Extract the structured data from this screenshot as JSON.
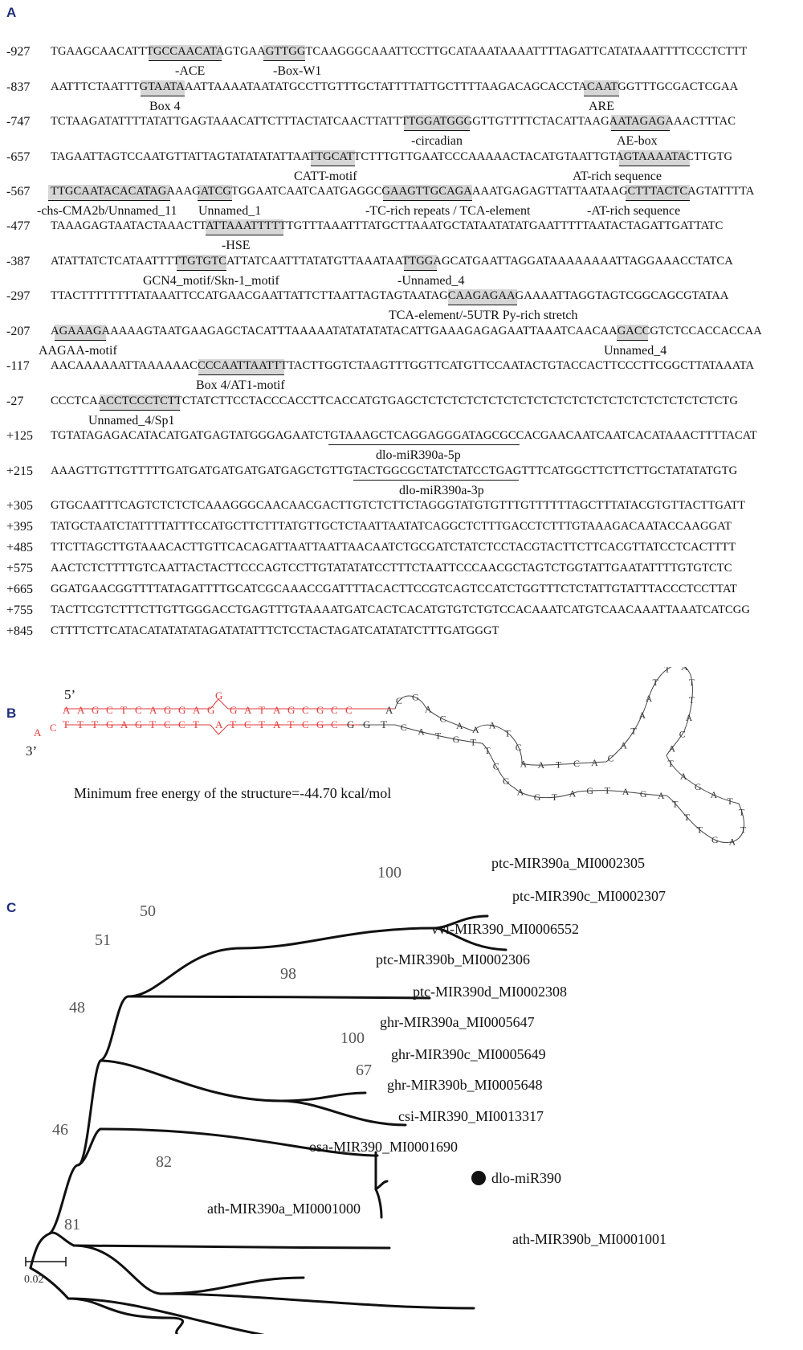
{
  "panels": {
    "a": "A",
    "b": "B",
    "c": "C"
  },
  "sequence_rows": [
    {
      "pos": "-927",
      "seq": "TGAAGCAACATTTGCCAACATAGTGAAGTTGGTCAAGGGCAAATTCCTTGCATAAATAAAATTTTAGATTCATATAAATTTTCCCTCTTT"
    },
    {
      "pos": "-837",
      "seq": "AATTTCTAATTTGTAATAAATTAAAATAATATGCCTTGTTTGCTATTTTATTGCTTTTAAGACAGCACCTACAATGGTTTGCGACTCGAA"
    },
    {
      "pos": "-747",
      "seq": "TCTAAGATATTTTATATTGAGTAAACATTCTTTACTATCAACTTATTTTGGATGGGGTTGTTTTCTACATTAAGAATAGAGAAACTTTAC"
    },
    {
      "pos": "-657",
      "seq": "TAGAATTAGTCCAATGTTATTAGTATATATATTAATTGCATTCTTTGTTGAATCCCAAAAACTACATGTAATTGTAGTAAAATACTTGTG"
    },
    {
      "pos": "-567",
      "seq": "TTGCAATACACATAGAAAGATCGTGGAATCAATCAATGAGGCGAAGTTGCAGAAAATGAGAGTTATTAATAAGCTTTACTCAGTATTTTA"
    },
    {
      "pos": "-477",
      "seq": "TAAAGAGTAATACTAAACTTATTAAATTTTTTGTTTAAATTTATGCTTAAATGCTATAATATATGAATTTTTAATACTAGATTGATTATC"
    },
    {
      "pos": "-387",
      "seq": "ATATTATCTCATAATTTTTGTGTCATTATCAATTTATATGTTAAATAATTGGAGCATGAATTAGGATAAAAAAAATTAGGAAACCTATCA"
    },
    {
      "pos": "-297",
      "seq": "TTACTTTTTTTTATAAATTCCATGAACGAATTATTCTTAATTAGTAGTAATAGCAAGAGAAGAAAATTAGGTAGTCGGCAGCGTATAA"
    },
    {
      "pos": "-207",
      "seq": "AGAAAGAAAAAGTAATGAAGAGCTACATTTAAAAATATATATATACATTGAAAGAGAGAATTAAATCAACAAGACCGTCTCCACCACCAA"
    },
    {
      "pos": "-117",
      "seq": "AACAAAAAATTAAAAAACCCCAATTAATTTTACTTGGTCTAAGTTTGGTTCATGTTCCAATACTGTACCACTTCCCTTCGGCTTATAAATA"
    },
    {
      "pos": "-27",
      "seq": "CCCTCAACCTCCCTCTTCTATCTTCCTACCCACCTTCACCATGTGAGCTCTCTCTCTCTCTCTCTCTCTCTCTCTCTCTCTCTCTCTCTG"
    },
    {
      "pos": "+125",
      "seq": "TGTATAGAGACATACATGATGAGTATGGGAGAATCTGTAAAGCTCAGGAGGGATAGCGCCACGAACAATCAATCACATAAACTTTTACAT"
    },
    {
      "pos": "+215",
      "seq": "AAAGTTGTTGTTTTTGATGATGATGATGATGAGCTGTTGTACTGGCGCTATCTATCCTGAGTTTCATGGCTTCTTCTTGCTATATATGTG"
    },
    {
      "pos": "+305",
      "seq": "GTGCAATTTCAGTCTCTCTCAAAGGGCAACAACGACTTGTCTCTTCTAGGGTATGTGTTTGTTTTTTAGCTTTATACGTGTTACTTGATT"
    },
    {
      "pos": "+395",
      "seq": "TATGCTAATCTATTTTATTTCCATGCTTCTTTATGTTGCTCTAATTAATATCAGGCTCTTTGACCTCTTTGTAAAGACAATACCAAGGAT"
    },
    {
      "pos": "+485",
      "seq": "TTCTTAGCTTGTAAACACTTGTTCACAGATTAATTAATTAACAATCTGCGATCTATCTCCTACGTACTTCTTCACGTTATCCTCACTTTT"
    },
    {
      "pos": "+575",
      "seq": "AACTCTCTTTTGTCAATTACTACTTCCCAGTCCTTGTATATATCCTTTCTAATTCCCAACGCTAGTCTGGTATTGAATATTTTGTGTCTC"
    },
    {
      "pos": "+665",
      "seq": "GGATGAACGGTTTTATAGATTTTGCATCGCAAACCGATTTTACACTTCCGTCAGTCCATCTGGTTTCTCTATTGTATTTACCCTCCTTAT"
    },
    {
      "pos": "+755",
      "seq": "TACTTCGTCTTTCTTGTTGGGACCTGAGTTTGTAAAATGATCACTCACATGTGTCTGTCCACAAATCATGTCAACAAATTAAATCATCGG"
    },
    {
      "pos": "+845",
      "seq": "CTTTTCTTCATACATATATATAGATATATTTCTCCTACTAGATCATATATCTTTGATGGGT"
    }
  ],
  "motif_labels": [
    "-ACE",
    "-Box-W1",
    "Box 4",
    "ARE",
    "-circadian",
    "AE-box",
    "CATT-motif",
    "AT-rich sequence",
    "-chs-CMA2b/Unnamed_11",
    "Unnamed_1",
    "-TC-rich repeats / TCA-element",
    "-AT-rich sequence",
    "-HSE",
    "GCN4_motif/Skn-1_motif",
    "-Unnamed_4",
    "TCA-element/-5UTR Py-rich stretch",
    "AAGAA-motif",
    "Unnamed_4",
    "Box 4/AT1-motif",
    "Unnamed_4/Sp1",
    "dlo-miR390a-5p",
    "dlo-miR390a-3p"
  ],
  "tss_base": "A",
  "structure": {
    "five_prime": "5’",
    "three_prime": "3’",
    "energy_text": "Minimum free energy of the structure=-44.70 kcal/mol",
    "top_strand": [
      "A",
      "A",
      "G",
      "C",
      "T",
      "C",
      "A",
      "G",
      "G",
      "A",
      "G",
      "G",
      "G",
      "A",
      "T",
      "A",
      "G",
      "C",
      "G",
      "C",
      "C",
      "A"
    ],
    "bottom_strand": [
      "A",
      "C",
      "T",
      "T",
      "T",
      "G",
      "A",
      "G",
      "T",
      "C",
      "C",
      "T",
      "A",
      "T",
      "C",
      "T",
      "A",
      "T",
      "C",
      "G",
      "C",
      "G",
      "G",
      "T"
    ],
    "stem_color": "#e23b3b"
  },
  "tree": {
    "taxa": [
      "ptc-MIR390a_MI0002305",
      "ptc-MIR390c_MI0002307",
      "vvi-MIR390_MI0006552",
      "ptc-MIR390b_MI0002306",
      "ptc-MIR390d_MI0002308",
      "ghr-MIR390a_MI0005647",
      "ghr-MIR390c_MI0005649",
      "ghr-MIR390b_MI0005648",
      "csi-MIR390_MI0013317",
      "osa-MIR390_MI0001690",
      "dlo-miR390",
      "ath-MIR390a_MI0001000",
      "ath-MIR390b_MI0001001"
    ],
    "bootstraps": [
      "100",
      "50",
      "51",
      "98",
      "48",
      "100",
      "67",
      "46",
      "82",
      "81"
    ],
    "scale_label": "0.02"
  }
}
